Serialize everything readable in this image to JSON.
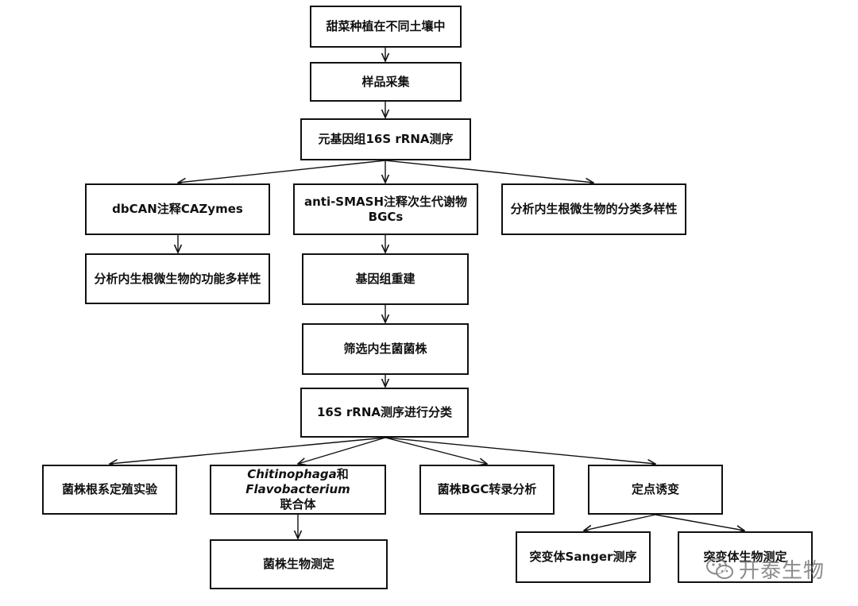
{
  "nodes": {
    "planting": "甜菜种植在不同土壤中",
    "sampling": "样品采集",
    "metagenome": "元基因组16S rRNA测序",
    "dbcan": "dbCAN注释CAZymes",
    "antismash_l1": "anti-SMASH注释次生代谢物",
    "antismash_l2": "BGCs",
    "taxonomic": "分析内生根微生物的分类多样性",
    "functional": "分析内生根微生物的功能多样性",
    "genome_rebuild": "基因组重建",
    "screening": "筛选内生菌菌株",
    "classification": "16S rRNA测序进行分类",
    "colonization": "菌株根系定殖实验",
    "consortium_genus1": "Chitinophaga",
    "consortium_and": "和",
    "consortium_genus2": "Flavobacterium",
    "consortium_l2": "联合体",
    "transcriptome": "菌株BGC转录分析",
    "mutagenesis": "定点诱变",
    "bioassay": "菌株生物测定",
    "sanger": "突变体Sanger测序",
    "mutant_bioassay": "突变体生物测定"
  },
  "watermark": {
    "text": "开泰生物",
    "icon": "wechat-icon"
  }
}
